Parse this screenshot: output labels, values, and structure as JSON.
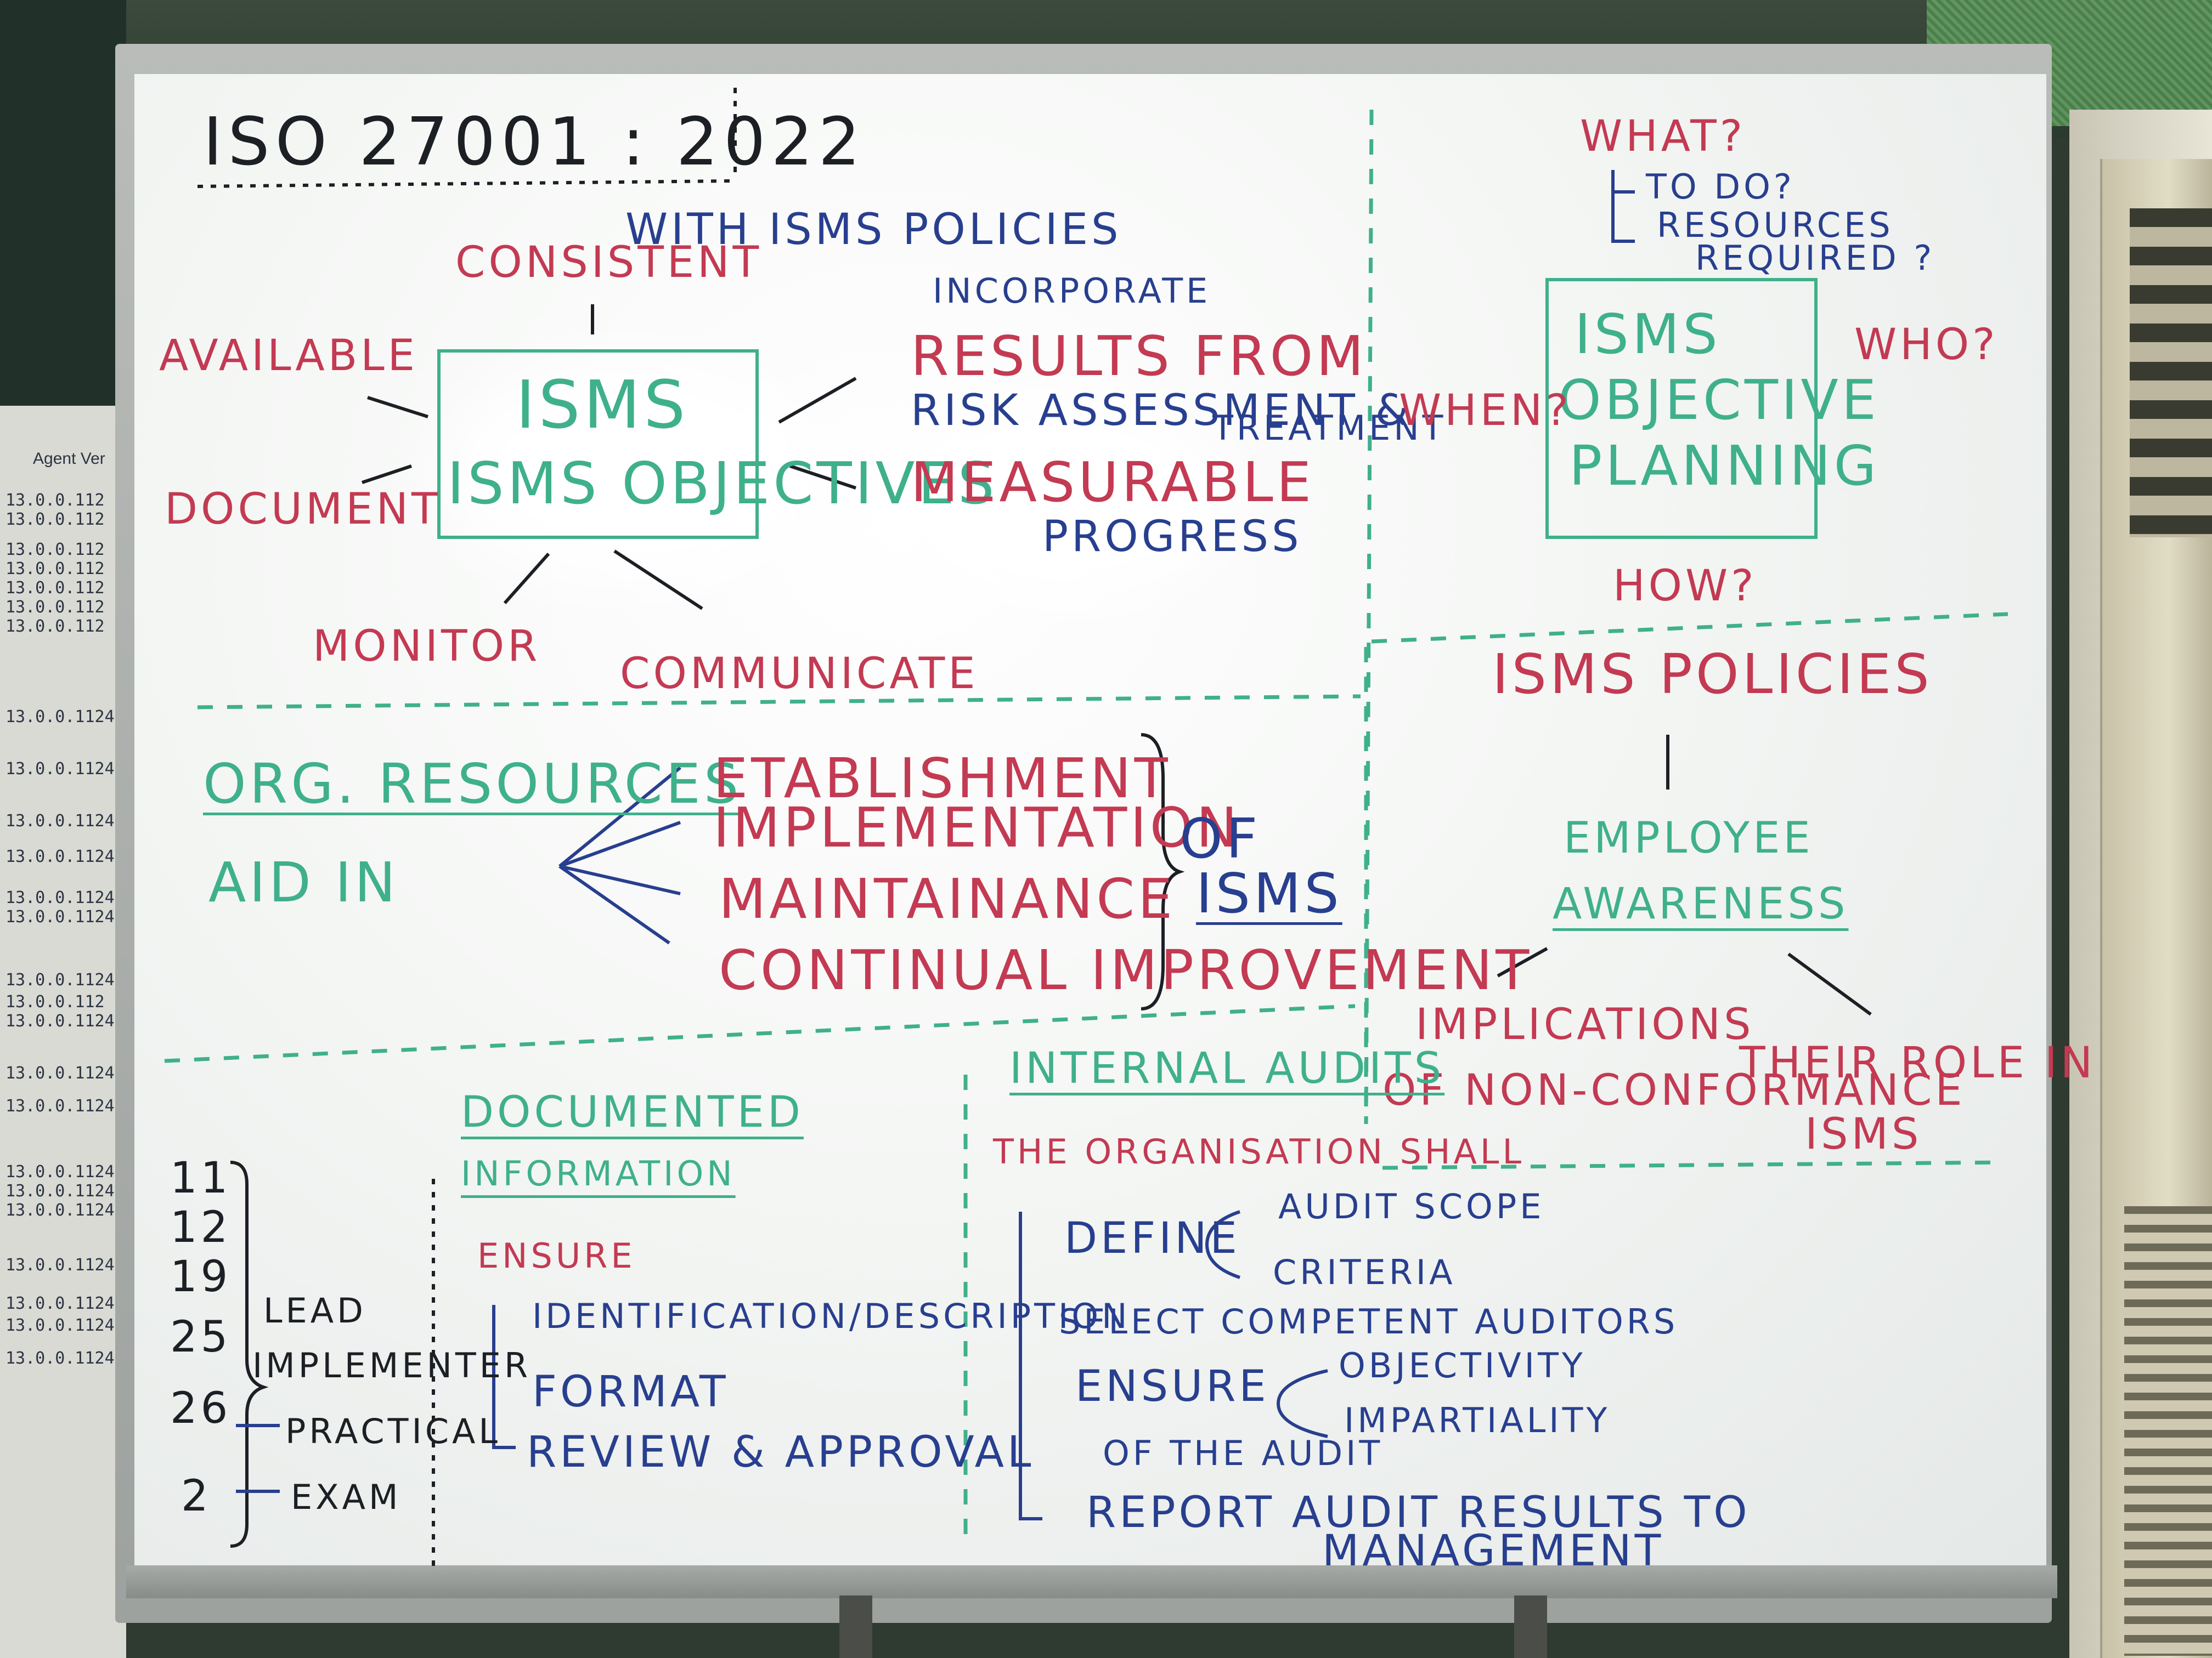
{
  "left_paper": {
    "header": "Agent Ver",
    "rows": [
      "13.0.0.112",
      "13.0.0.112",
      "13.0.0.112",
      "13.0.0.112",
      "13.0.0.112",
      "13.0.0.112",
      "13.0.0.112",
      "13.0.0.1124",
      "13.0.0.1124",
      "13.0.0.1124",
      "13.0.0.1124",
      "13.0.0.1124",
      "13.0.0.1124",
      "13.0.0.1124",
      "13.0.0.112",
      "13.0.0.1124",
      "13.0.0.1124",
      "13.0.0.1124",
      "13.0.0.1124",
      "13.0.0.1124",
      "13.0.0.1124",
      "13.0.0.1124",
      "13.0.0.1124",
      "13.0.0.1124",
      "13.0.0.1124"
    ]
  },
  "board": {
    "title": "ISO 27001 : 2022",
    "objectives": {
      "box": "ISMS OBJECTIVES",
      "consistent": "CONSISTENT",
      "with_policies": "WITH ISMS POLICIES",
      "available": "AVAILABLE",
      "document": "DOCUMENT",
      "monitor": "MONITOR",
      "communicate": "COMMUNICATE",
      "incorporate": "INCORPORATE",
      "results_from": "RESULTS FROM",
      "risk": "RISK ASSESSMENT &",
      "treatment": "TREATMENT",
      "measurable": "MEASURABLE",
      "progress": "PROGRESS"
    },
    "planning": {
      "what": "WHAT?",
      "to_do": "TO DO?",
      "resources": "RESOURCES",
      "required": "REQUIRED ?",
      "box_line1": "ISMS",
      "box_line2": "OBJECTIVE",
      "box_line3": "PLANNING",
      "when": "WHEN?",
      "who": "WHO?",
      "how": "HOW?"
    },
    "resources": {
      "org": "ORG. RESOURCES",
      "aid": "AID IN",
      "items": [
        "ETABLISHMENT",
        "IMPLEMENTATION",
        "MAINTAINANCE",
        "CONTINUAL IMPROVEMENT"
      ],
      "of": "OF",
      "isms": "ISMS"
    },
    "awareness": {
      "policies": "ISMS POLICIES",
      "employee": "EMPLOYEE",
      "awareness": "AWARENESS",
      "implications": "IMPLICATIONS",
      "non_conformance": "OF NON-CONFORMANCE",
      "role": "THEIR ROLE IN",
      "role2": "ISMS"
    },
    "schedule": {
      "numbers": [
        "11",
        "12",
        "19",
        "25",
        "26",
        "2"
      ],
      "lead": "LEAD",
      "implementer": "IMPLEMENTER",
      "practical": "PRACTICAL",
      "exam": "EXAM"
    },
    "documented": {
      "title1": "DOCUMENTED",
      "title2": "INFORMATION",
      "ensure": "ENSURE",
      "items": [
        "IDENTIFICATION/DESCRIPTION",
        "FORMAT",
        "REVIEW & APPROVAL"
      ]
    },
    "audits": {
      "title": "INTERNAL AUDITS",
      "org_shall": "THE ORGANISATION SHALL",
      "define": "DEFINE",
      "scope": "AUDIT SCOPE",
      "criteria": "CRITERIA",
      "select": "SELECT COMPETENT AUDITORS",
      "ensure": "ENSURE",
      "objectivity": "OBJECTIVITY",
      "impartiality": "IMPARTIALITY",
      "of_audit": "OF THE AUDIT",
      "report": "REPORT AUDIT RESULTS TO",
      "management": "MANAGEMENT"
    }
  },
  "colors": {
    "red_marker": "#c33a52",
    "blue_marker": "#283f8f",
    "green_marker": "#3fb08c",
    "black_marker": "#1c1f24"
  }
}
